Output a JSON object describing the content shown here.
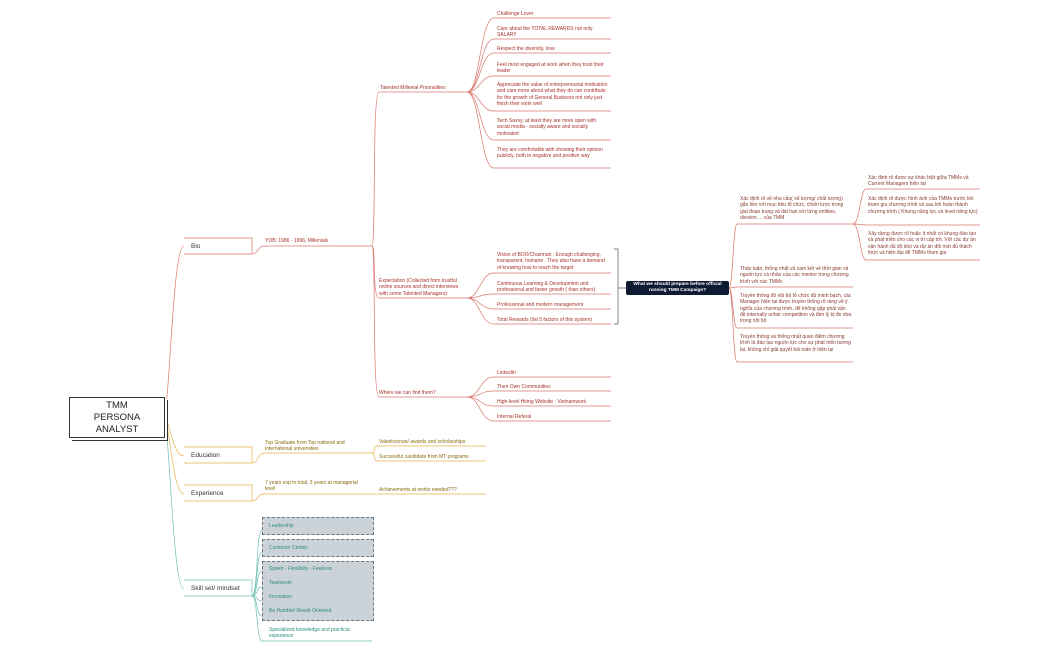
{
  "root": {
    "title": "TMM PERSONA ANALYST"
  },
  "categories": {
    "bio": "Bio",
    "education": "Education",
    "experience": "Experience",
    "skills": "Skill set/ mindset"
  },
  "bio": {
    "yob": "YOB: 1986 - 1996, Millenials",
    "personalities_label": "Talented Millenial Prsonalities",
    "personalities": [
      "Challenge Lover",
      "Care about the TOTAL REWARDS not only SALARY",
      "Respect the diversity, love",
      "Feel most engaged at work when they trust their leader",
      "Appreciate the value of entrepreneurial motivation and care more about what they do can contribute for the growth of General Business not only just finish their work well",
      "Tech Savvy, at least they are more open with social media - socially aware and socially motivated",
      "They are comfortable with showing their opinion publicly, both in negative and positive way"
    ],
    "expectation_label": "Expectation (Collected from trustful online sources and direct interviews with some Talented Managers)",
    "expectations": [
      "Vision of BOD/Chairman : Enough challenging, transparent, humane . They also have a demand of knowing how to reach the target",
      "Continuous Learning & Development and professional and faster growth ( than others)",
      "Professional and modern management",
      "Total Rewards (list 5 factors of this system)"
    ],
    "where_label": "Where we can find them?",
    "where": [
      "LinkedIn",
      "Their Own Communities",
      "High-level Hiring Website : Vietnamwork",
      "Internal Referal"
    ]
  },
  "center": {
    "title": "What we should prepare before official running TMM Campaign?"
  },
  "prepare": {
    "first": "Xác định rõ về nhu cầu( số lượng/ chất lượng) gắn liền với mục tiêu tổ chức, chiến lược trong giai đoạn trung và dài hạn với từng entities, division ... của TMM",
    "sub": [
      "Xác định rõ được sự khác biệt giữa TMMs và Current Managers hiện tại",
      "Xác định rõ được hình ảnh của TMMs trước khi tham gia chương trình và sau khi hoàn thành chương trình ( Khung năng lực và level năng lực)",
      "Xây dựng được rõ hoặc ít nhất có khung đào tạo và phát triển cho các vị trí cấp tới. Với các dự án vận hành đủ độ khó và dự án đổi mới đủ thách thức và hiện đại để TMMs tham gia"
    ],
    "others": [
      "Thảo luận, thống nhất và cam kết về thời gian và nguồn lực cá nhân của các mentor trong chương trình với các TMMs",
      "Truyền thông đồ nội bộ tổ chức đủ minh bạch, các Manager hiện tại được truyền thông rõ ràng về ý nghĩa của chương trình, để không gặp phải vấn đề internally unfair competition và tâm lý bị đe dọa trong nội bộ",
      "Truyền thông và thống nhất quan điểm chương trình là đào tạo nguồn lực cho sự phát triển tương lai, không chỉ giải quyết bài toán ở hiện tại"
    ]
  },
  "education": {
    "main": "Top Graduate from Top national and international universities",
    "items": [
      "Valedictorian/ awards and scholarships",
      "Successful candidate from MT programs"
    ]
  },
  "experience": {
    "main": "7 years exp in total, 3 years at managerial level",
    "item": "Achievements at works needed???"
  },
  "skills": {
    "items": [
      "Leadership",
      "Customer Centric",
      "Speed - Flexibility - Fearless",
      "Teamwork",
      "Innovation",
      "Be Humble/ Result Oriented",
      "Specialized knowledge and practical experience"
    ]
  }
}
